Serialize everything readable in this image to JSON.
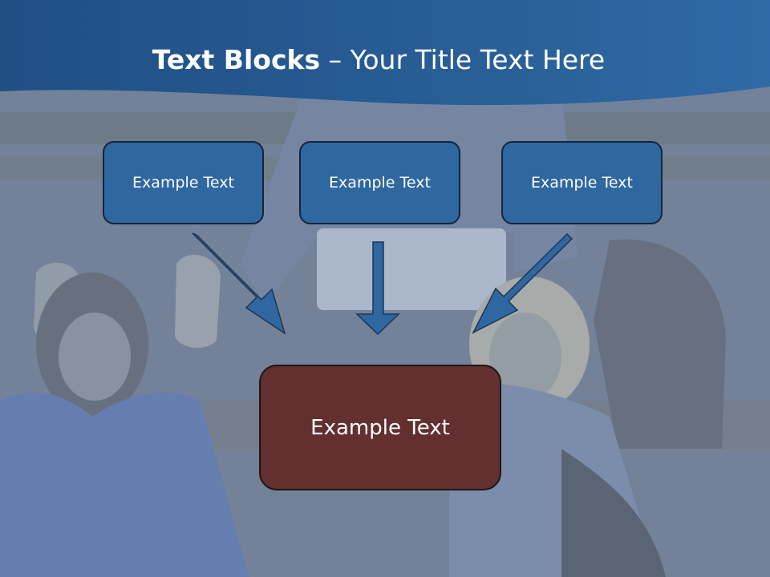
{
  "slide": {
    "title_bold": "Text Blocks",
    "title_separator": " – ",
    "title_rest": "Your Title Text Here",
    "blocks": [
      {
        "label": "Example Text"
      },
      {
        "label": "Example Text"
      },
      {
        "label": "Example Text"
      }
    ],
    "main_block": {
      "label": "Example Text"
    }
  },
  "colors": {
    "header_blue": "#2a5f96",
    "block_blue": "#2f67a0",
    "block_maroon": "#632f2f",
    "arrow_blue": "#2f67a0"
  }
}
